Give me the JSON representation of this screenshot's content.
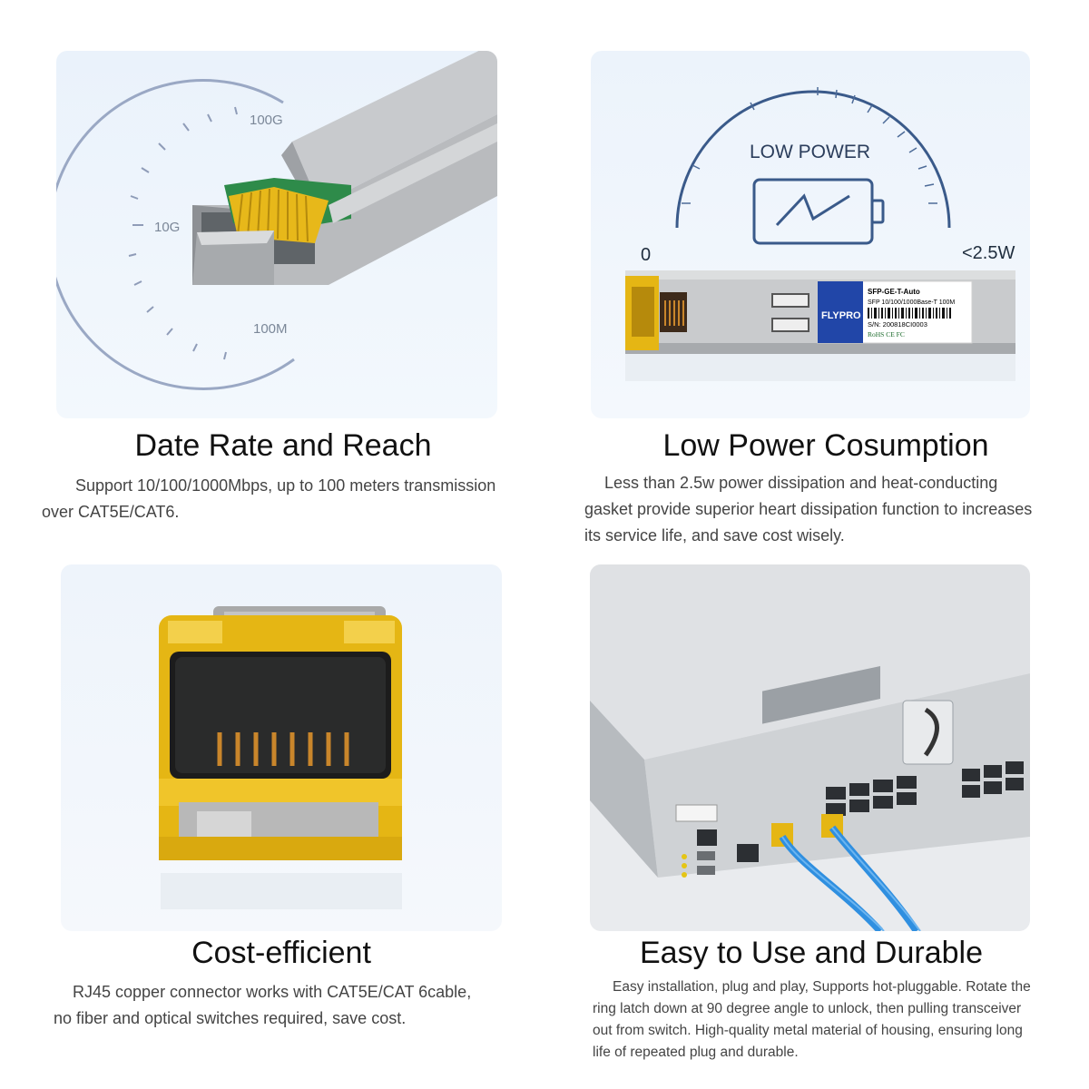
{
  "features": [
    {
      "title": "Date Rate and Reach",
      "description_line1": "Support 10/100/1000Mbps, up to 100 meters transmission",
      "description_line2": "over CAT5E/CAT6.",
      "dial_labels": {
        "top": "100G",
        "middle": "10G",
        "bottom": "100M"
      }
    },
    {
      "title": "Low Power Cosumption",
      "description_line1": "Less than 2.5w power dissipation and heat-conducting",
      "description_line2": "gasket provide superior heart dissipation function to increases",
      "description_line3": "its service life, and save cost wisely.",
      "gauge_title": "LOW POWER",
      "gauge_min": "0",
      "gauge_max": "<2.5W",
      "module_label": {
        "model": "SFP-GE-T-Auto",
        "spec": "SFP 10/100/1000Base-T 100M",
        "serial": "S/N: 200818CI0003",
        "certs": "RoHS  CE FC",
        "brand": "FLYPRO"
      }
    },
    {
      "title": "Cost-efficient",
      "description_line1": "RJ45 copper connector works with CAT5E/CAT 6cable,",
      "description_line2": "no fiber and optical switches required, save cost."
    },
    {
      "title": "Easy to Use and Durable",
      "description_line1": "Easy installation, plug and play, Supports hot-pluggable. Rotate the",
      "description_line2": "ring latch down at 90 degree angle to unlock, then pulling transceiver",
      "description_line3": "out from switch. High-quality metal material of housing, ensuring long",
      "description_line4": "life of repeated plug and durable."
    }
  ],
  "colors": {
    "dial": "#9aa8c4",
    "gauge": "#3a5a8a",
    "brand_blue": "#2146a8",
    "gold": "#e5b614",
    "cable_blue": "#2f8fe0"
  }
}
